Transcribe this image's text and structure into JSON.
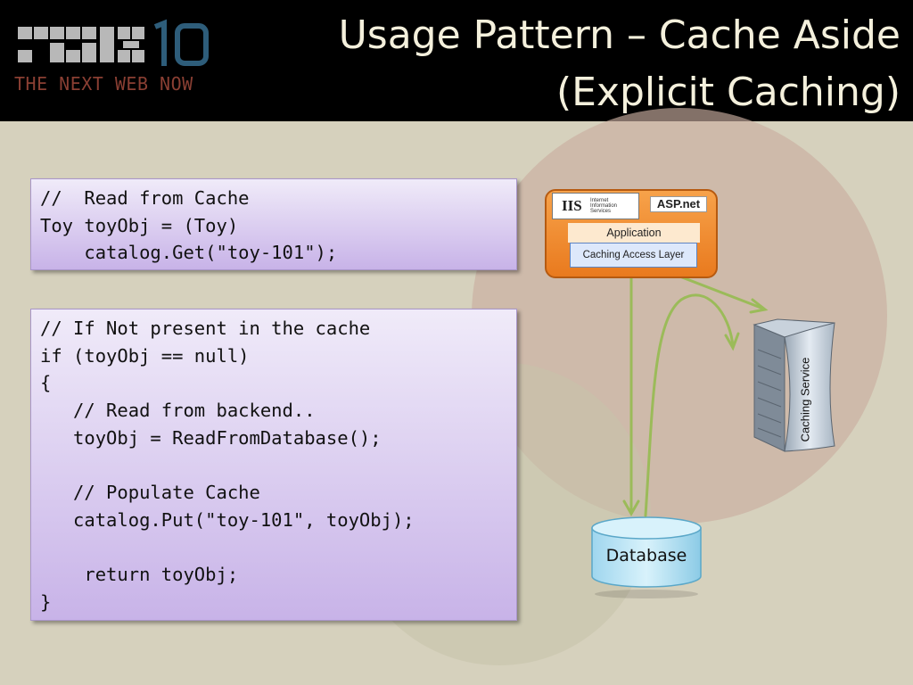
{
  "header": {
    "logo_text": "THE NEXT WEB NOW",
    "title_line1": "Usage Pattern – Cache Aside",
    "title_line2": "(Explicit Caching)"
  },
  "code_read": [
    "//  Read from Cache",
    "Toy toyObj = (Toy)",
    "    catalog.Get(\"toy-101\");"
  ],
  "code_fallback": [
    "// If Not present in the cache",
    "if (toyObj == null)",
    "{",
    "   // Read from backend..",
    "   toyObj = ReadFromDatabase();",
    "",
    "   // Populate Cache",
    "   catalog.Put(\"toy-101\", toyObj);",
    "",
    "    return toyObj;",
    "}"
  ],
  "diagram": {
    "iis_label": "IIS",
    "iis_sub": "Internet\nInformation\nServices",
    "aspnet_label": "ASP.net",
    "application_label": "Application",
    "caching_layer_label": "Caching Access Layer",
    "database_label": "Database",
    "caching_service_label": "Caching Service"
  },
  "colors": {
    "background": "#d6d1bd",
    "header": "#000000",
    "title": "#f4f0dc",
    "arrow": "#9bbb59",
    "app_box": "#f08c2e",
    "database": "#b9e4f5"
  }
}
